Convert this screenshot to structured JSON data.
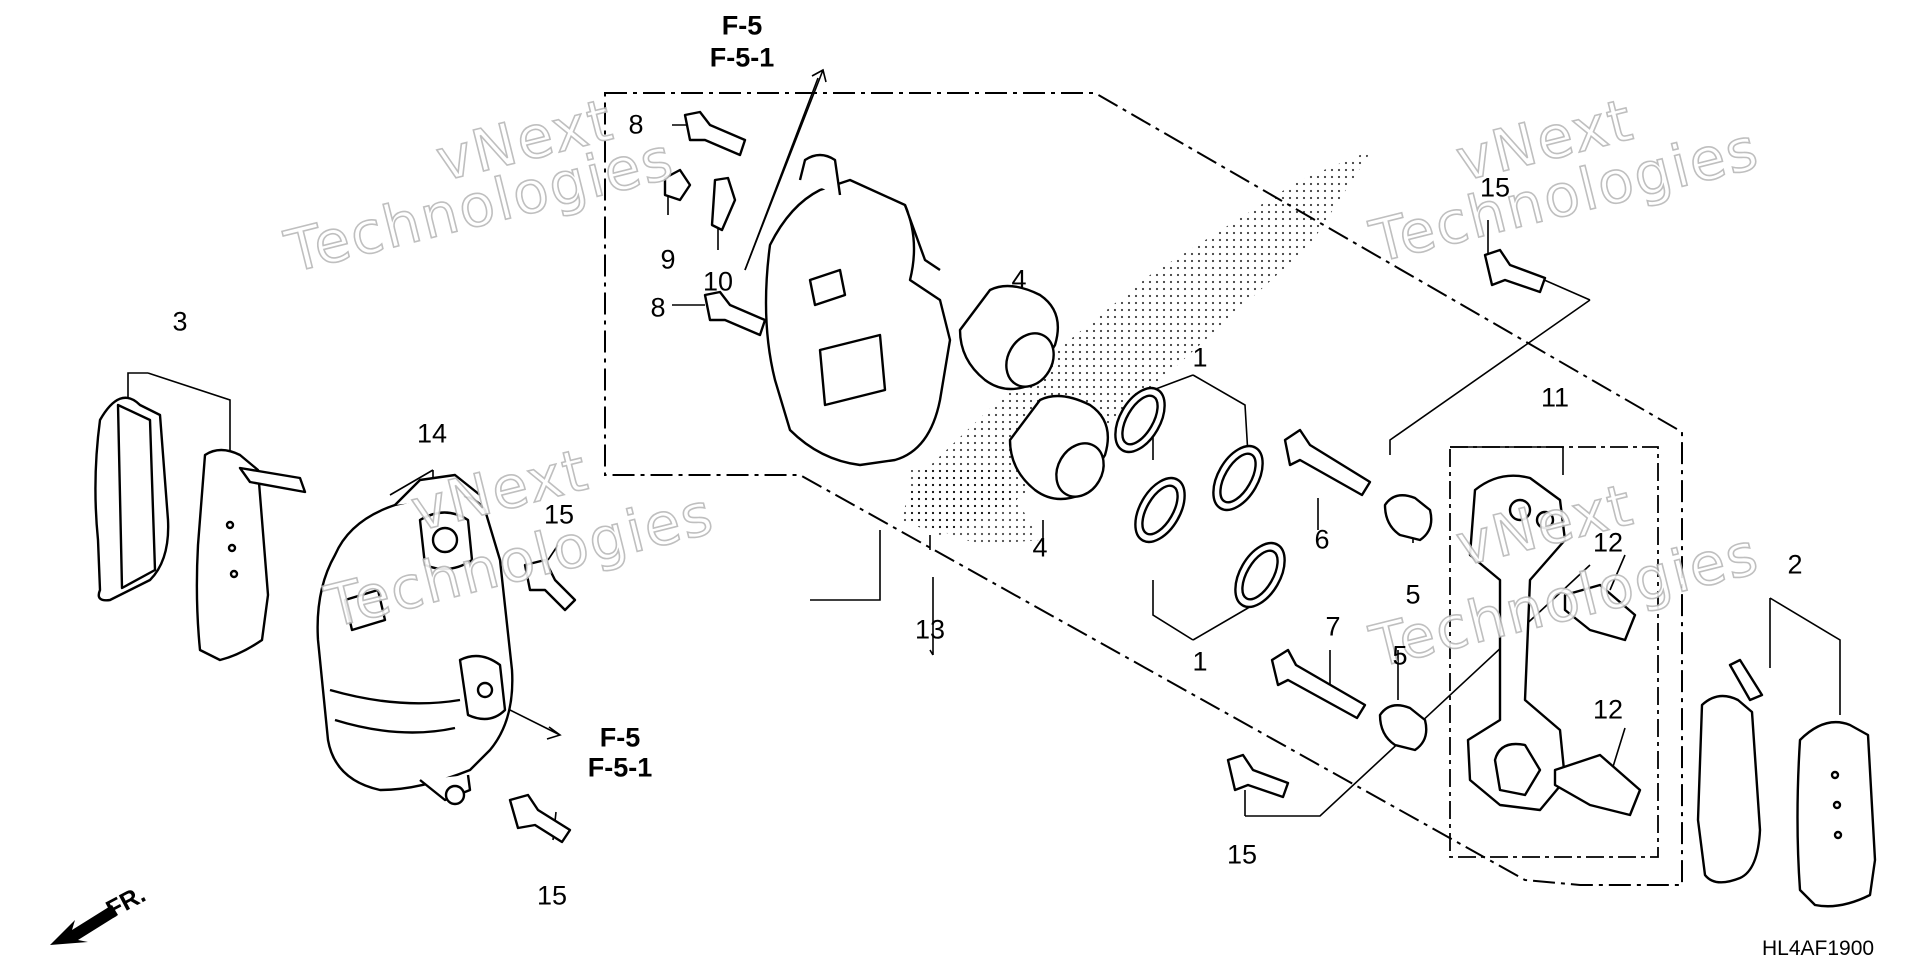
{
  "diagram": {
    "code": "HL4AF1900",
    "front_marker": "FR.",
    "watermark": {
      "line1": "vNext",
      "line2": "Technologies"
    },
    "references": [
      {
        "id": "ref-top",
        "line1": "F-5",
        "line2": "F-5-1"
      },
      {
        "id": "ref-mid",
        "line1": "F-5",
        "line2": "F-5-1"
      }
    ],
    "callouts": {
      "c1a": "1",
      "c1b": "1",
      "c2": "2",
      "c3": "3",
      "c4a": "4",
      "c4b": "4",
      "c5a": "5",
      "c5b": "5",
      "c6": "6",
      "c7": "7",
      "c8a": "8",
      "c8b": "8",
      "c9": "9",
      "c10": "10",
      "c11": "11",
      "c12a": "12",
      "c12b": "12",
      "c13": "13",
      "c14": "14",
      "c15a": "15",
      "c15b": "15",
      "c15c": "15",
      "c15d": "15"
    }
  }
}
